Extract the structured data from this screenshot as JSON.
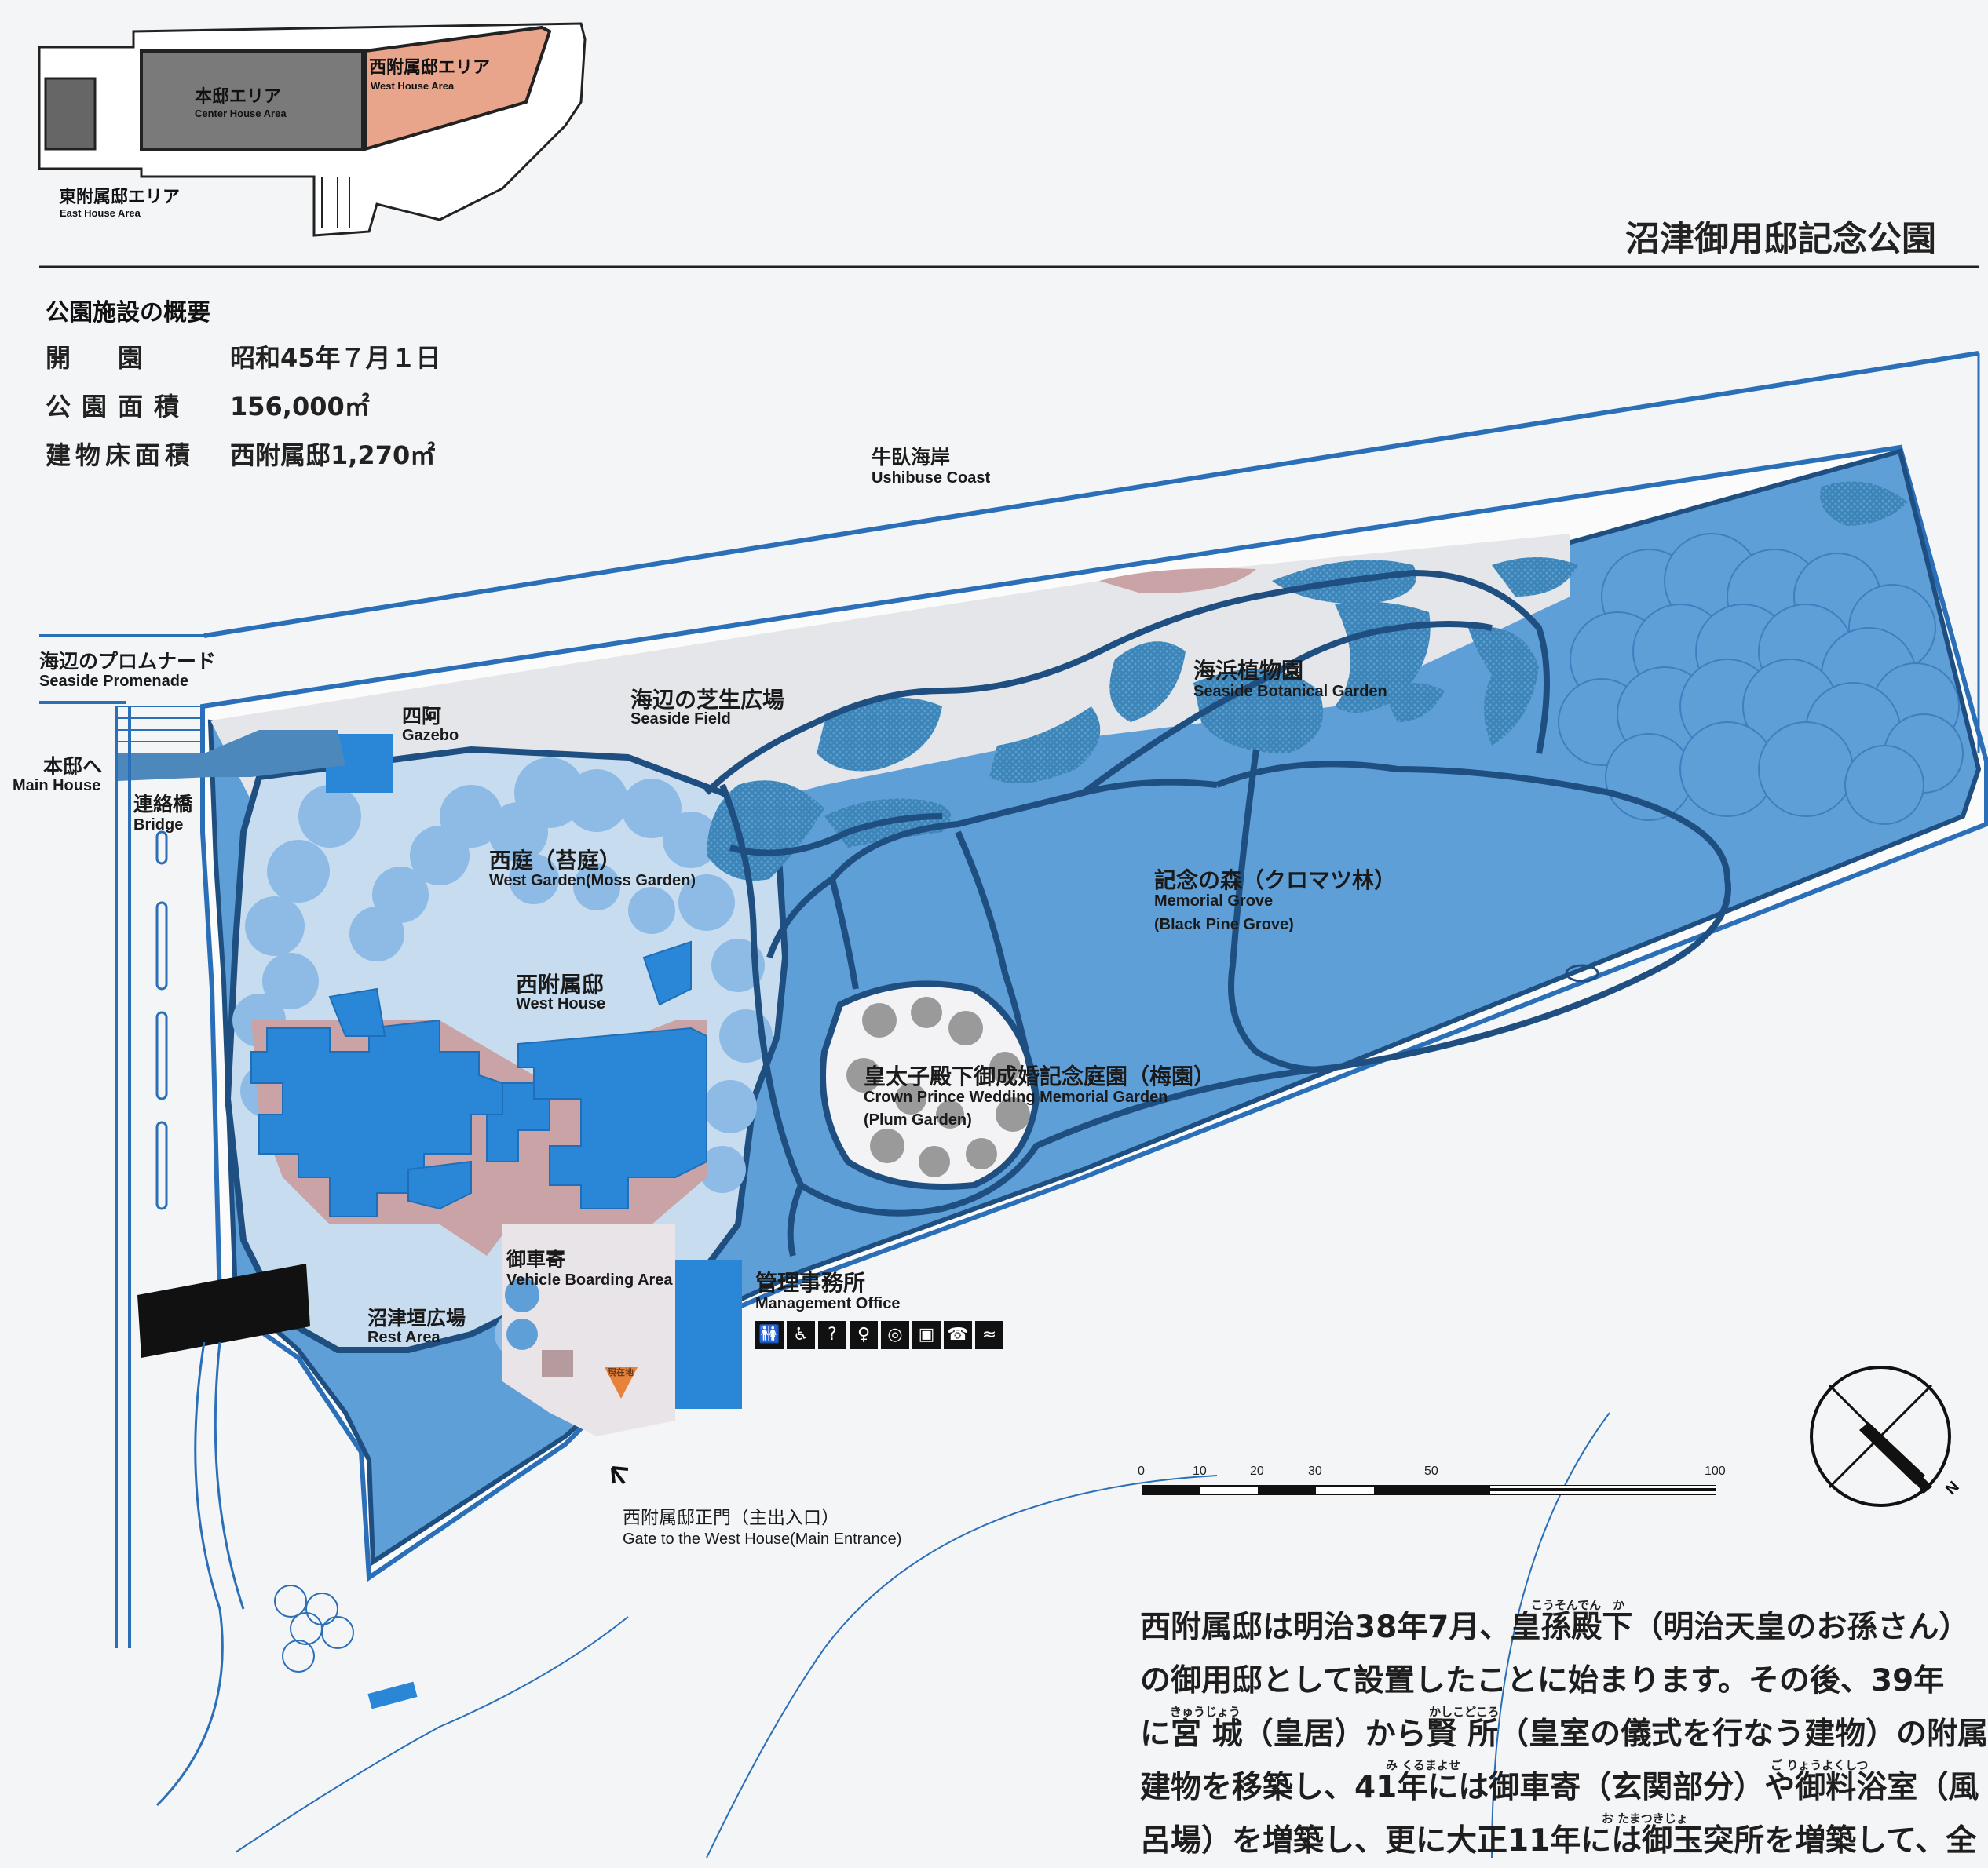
{
  "title": "沼津御用邸記念公園",
  "key_map": {
    "center": {
      "jp": "本邸エリア",
      "en": "Center House Area"
    },
    "west": {
      "jp": "西附属邸エリア",
      "en": "West House Area"
    },
    "east": {
      "jp": "東附属邸エリア",
      "en": "East House Area"
    }
  },
  "overview": {
    "heading": "公園施設の概要",
    "rows": [
      {
        "key": "開　園",
        "value": "昭和45年７月１日"
      },
      {
        "key": "公園面積",
        "value": "156,000㎡"
      },
      {
        "key": "建物床面積",
        "value": "西附属邸1,270㎡"
      }
    ]
  },
  "labels": {
    "coast": {
      "jp": "牛臥海岸",
      "en": "Ushibuse Coast"
    },
    "promenade": {
      "jp": "海辺のプロムナード",
      "en": "Seaside Promenade"
    },
    "main_house": {
      "jp": "本邸へ",
      "en": "Main House"
    },
    "bridge": {
      "jp": "連絡橋",
      "en": "Bridge"
    },
    "gazebo": {
      "jp": "四阿",
      "en": "Gazebo"
    },
    "seaside_field": {
      "jp": "海辺の芝生広場",
      "en": "Seaside Field"
    },
    "botanical": {
      "jp": "海浜植物園",
      "en": "Seaside Botanical Garden"
    },
    "west_garden": {
      "jp": "西庭（苔庭）",
      "en": "West Garden(Moss Garden)"
    },
    "memorial_grove": {
      "jp": "記念の森（クロマツ林）",
      "en1": "Memorial Grove",
      "en2": "(Black Pine Grove)"
    },
    "west_house": {
      "jp": "西附属邸",
      "en": "West House"
    },
    "plum": {
      "jp": "皇太子殿下御成婚記念庭園（梅園）",
      "en1": "Crown Prince Wedding Memorial Garden",
      "en2": "(Plum Garden)"
    },
    "boarding": {
      "jp": "御車寄",
      "en": "Vehicle Boarding Area"
    },
    "management": {
      "jp": "管理事務所",
      "en": "Management Office"
    },
    "rest": {
      "jp": "沼津垣広場",
      "en": "Rest Area"
    },
    "current": "現在地",
    "gate": {
      "jp": "西附属邸正門（主出入口）",
      "en": "Gate to the West House(Main Entrance)"
    }
  },
  "facility_icons": [
    "toilet-icon",
    "wheelchair-toilet-icon",
    "information-icon",
    "family-toilet-icon",
    "baby-icon",
    "coin-locker-icon",
    "telephone-icon",
    "smoking-area-icon"
  ],
  "compass": {
    "n_label": "N"
  },
  "scale": {
    "ticks": [
      "0",
      "10",
      "20",
      "30",
      "50",
      "100"
    ]
  },
  "description": {
    "lines": [
      "西附属邸は明治38年7月、皇孫殿下（明治天皇のお孫さん）",
      "の御用邸として設置したことに始まります。その後、39年",
      "に宮 城（皇居）から賢 所（皇室の儀式を行なう建物）の附属",
      "建物を移築し、41年には御車寄（玄関部分）や御料浴室（風",
      "呂場）を増築し、更に大正11年には御玉突所を増築して、全"
    ],
    "rubies": [
      "こうそんでん　か",
      "きゅうじょう",
      "かしこどころ",
      "み くるまよせ",
      "ご りょうよくしつ",
      "お たまつきじょ"
    ]
  },
  "colors": {
    "park_light": "#c7dcef",
    "park_mid": "#6aa7de",
    "building": "#2a86d6",
    "pink": "#c9a3a6",
    "path": "#1f4f80",
    "west_area": "#e8a58c",
    "center_area": "#7a7a7a"
  }
}
